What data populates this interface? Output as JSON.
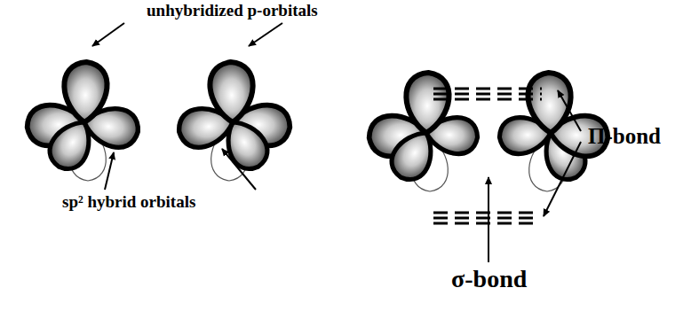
{
  "diagram": {
    "labels": [
      "unhybridized p-orbitals",
      "sp² hybrid orbitals",
      "Π-bond",
      "σ-bond"
    ]
  }
}
